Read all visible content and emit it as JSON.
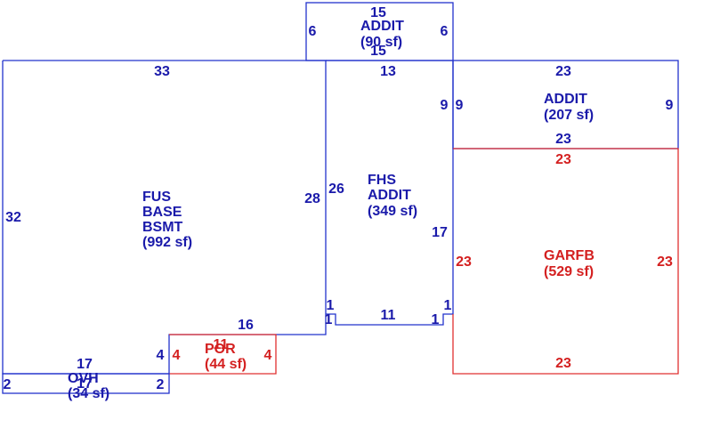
{
  "colors": {
    "blue": "#1a1aaa",
    "red": "#d42020",
    "line_blue": "#2233cc",
    "line_red": "#e03030"
  },
  "areas": {
    "addit_top": {
      "name": "ADDIT",
      "size": "(90 sf)"
    },
    "fus": {
      "name1": "FUS",
      "name2": "BASE",
      "name3": "BSMT",
      "size": "(992 sf)"
    },
    "fhs": {
      "name1": "FHS",
      "name2": "ADDIT",
      "size": "(349 sf)"
    },
    "addit_right": {
      "name": "ADDIT",
      "size": "(207 sf)"
    },
    "garfb": {
      "name": "GARFB",
      "size": "(529 sf)"
    },
    "por": {
      "name": "POR",
      "size": "(44 sf)"
    },
    "ovh": {
      "name": "OVH",
      "size": "(34 sf)"
    }
  },
  "dims": {
    "top_addit_top": "15",
    "top_addit_bottom": "15",
    "top_addit_left": "6",
    "top_addit_right": "6",
    "fus_top": "33",
    "fus_left": "32",
    "fus_right": "28",
    "fus_bottom": "16",
    "fhs_top": "13",
    "fhs_left": "26",
    "fhs_right": "17",
    "fhs_bottom": "11",
    "fhs_notch_left": "1",
    "fhs_notch_left_b": "1",
    "fhs_notch_right": "1",
    "fhs_notch_right_b": "1",
    "addit_r_top": "23",
    "addit_r_bottom": "23",
    "addit_r_left": "9",
    "addit_r_left2": "9",
    "addit_r_right": "9",
    "garfb_top": "23",
    "garfb_left": "23",
    "garfb_right": "23",
    "garfb_bottom": "23",
    "por_top": "11",
    "por_left": "4",
    "por_left_blue": "4",
    "por_right": "4",
    "ovh_top": "17",
    "ovh_bottom": "17",
    "ovh_left": "2",
    "ovh_right": "2"
  }
}
